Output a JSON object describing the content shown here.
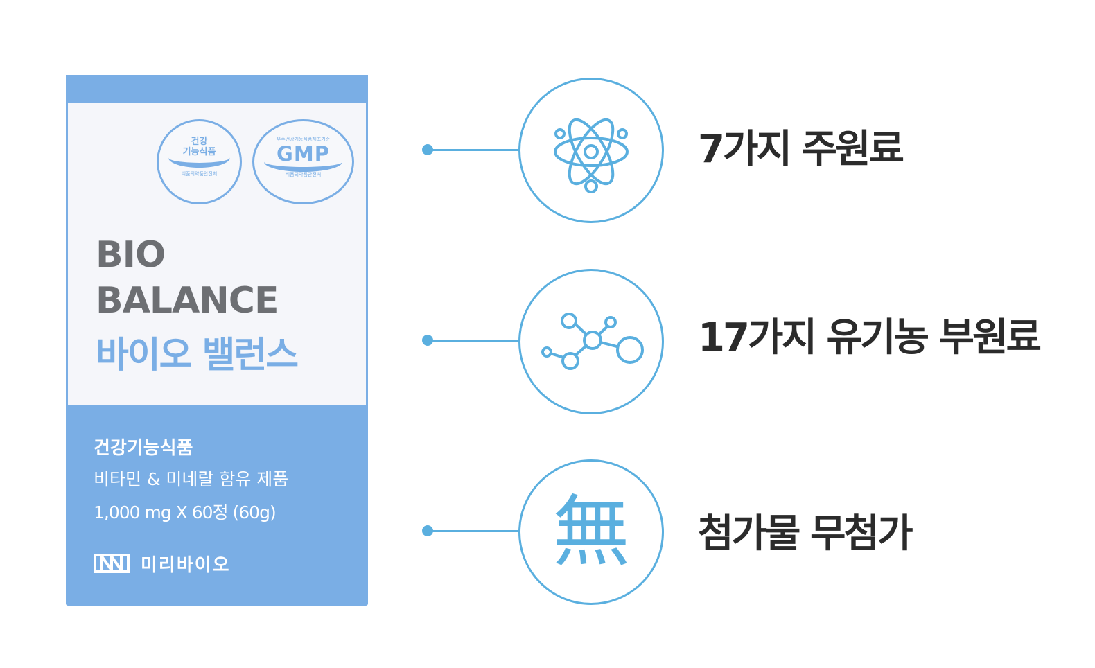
{
  "colors": {
    "box_blue": "#7aaee5",
    "panel_bg": "#f5f6fa",
    "title_gray": "#6d6f73",
    "accent_line": "#5aafdf",
    "label_text": "#2b2b2b"
  },
  "product": {
    "seals": [
      {
        "line1": "건강",
        "line2": "기능식품",
        "bottom": "식품의약품안전처"
      },
      {
        "top": "우수건강기능식품제조기준",
        "mark": "GMP",
        "bottom": "식품의약품안전처"
      }
    ],
    "title_en_line1": "BIO",
    "title_en_line2": "BALANCE",
    "title_kr": "바이오 밸런스",
    "category": "건강기능식품",
    "description": "비타민 & 미네랄 함유 제품",
    "dosage": "1,000 mg X 60정 (60g)",
    "brand_logo_icon": "miri-bio-logo-icon",
    "brand_name": "미리바이오"
  },
  "features": [
    {
      "icon": "atom-icon",
      "label": "7가지 주원료"
    },
    {
      "icon": "molecule-icon",
      "label": "17가지 유기농 부원료"
    },
    {
      "icon": "mu-none-icon",
      "glyph": "無",
      "label": "첨가물 무첨가"
    }
  ]
}
